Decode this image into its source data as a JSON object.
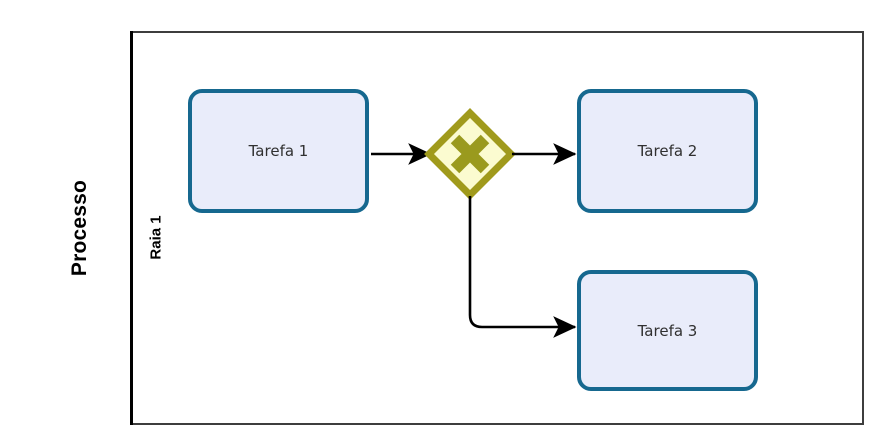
{
  "diagram": {
    "type": "bpmn-process-diagram",
    "pool": {
      "label": "Processo"
    },
    "lanes": [
      {
        "label": "Raia 1"
      }
    ],
    "tasks": [
      {
        "id": "task-1",
        "label": "Tarefa 1"
      },
      {
        "id": "task-2",
        "label": "Tarefa 2"
      },
      {
        "id": "task-3",
        "label": "Tarefa 3"
      }
    ],
    "gateways": [
      {
        "id": "gateway-1",
        "kind": "exclusive",
        "marker": "X",
        "label": ""
      }
    ],
    "flows": [
      {
        "from": "task-1",
        "to": "gateway-1",
        "label": ""
      },
      {
        "from": "gateway-1",
        "to": "task-2",
        "label": ""
      },
      {
        "from": "gateway-1",
        "to": "task-3",
        "label": ""
      }
    ]
  },
  "colors": {
    "task_fill": "#e9ecfa",
    "task_stroke": "#16688f",
    "gateway_fill": "#fbfbd0",
    "gateway_stroke": "#a09a1c",
    "gateway_marker": "#9a9a1e",
    "pool_border": "#000000",
    "lane_border": "#3d3d3d",
    "flow_stroke": "#000000",
    "background": "#ffffff",
    "text": "#303030"
  }
}
